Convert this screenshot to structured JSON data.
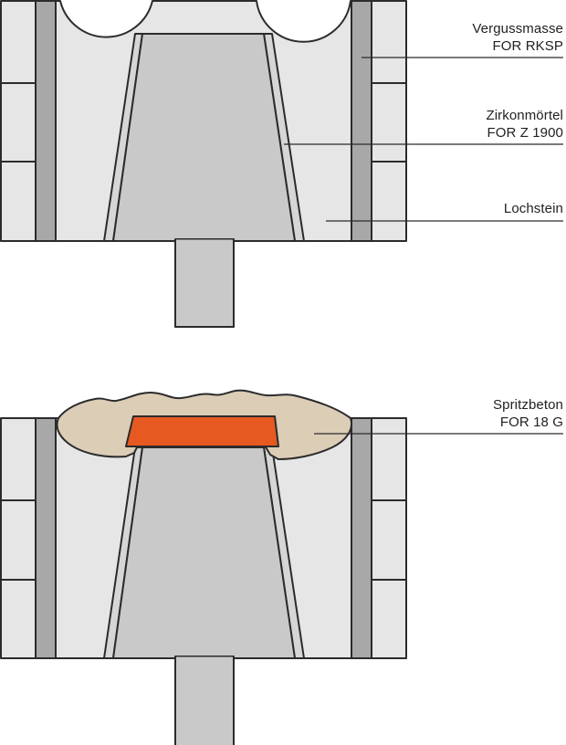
{
  "labels": {
    "vergussmasse": {
      "line1": "Vergussmasse",
      "line2": "FOR RKSP"
    },
    "zirkonmoertel": {
      "line1": "Zirkonmörtel",
      "line2": "FOR Z 1900"
    },
    "lochstein": {
      "line1": "Lochstein"
    },
    "spritzbeton": {
      "line1": "Spritzbeton",
      "line2": "FOR 18 G"
    }
  },
  "colors": {
    "outline": "#2b2b2b",
    "brick": "#e6e6e6",
    "steel_band": "#a8a8a8",
    "block": "#c9c9c9",
    "mortar": "#d6d6d6",
    "spray_concrete": "#dccdb7",
    "insert": "#e65a22"
  }
}
